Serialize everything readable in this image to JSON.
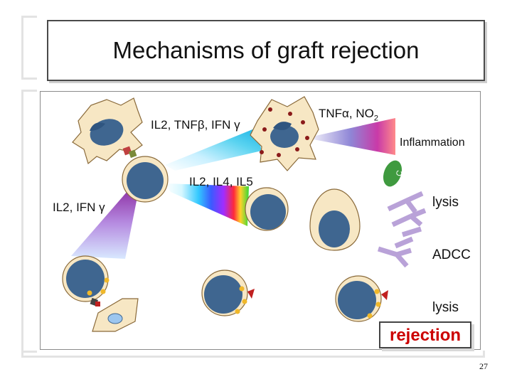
{
  "slide": {
    "title": "Mechanisms of graft rejection",
    "page_number": "27"
  },
  "labels": {
    "il2_tnfb_ifng": "IL2, TNFβ, IFN γ",
    "tnfa_no2_prefix": "TNFα, NO",
    "tnfa_no2_sub": "2",
    "inflammation": "Inflammation",
    "il2_il4_il5": "IL2, IL4, IL5",
    "il2_ifng": "IL2, IFN γ",
    "complement": "C",
    "lysis_top": "lysis",
    "adcc": "ADCC",
    "lysis_bottom": "lysis",
    "rejection": "rejection"
  },
  "colors": {
    "title_border": "#4a4a4a",
    "cell_fill": "#f7e7c4",
    "cell_border": "#8a6a3a",
    "nucleus": "#3f6690",
    "granule": "#8a1a1a",
    "antibody": "#b9a2d8",
    "complement": "#3f9a3f",
    "rejection_text": "#cc0000"
  }
}
